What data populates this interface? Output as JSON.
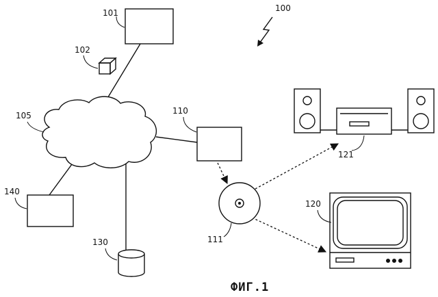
{
  "labels": {
    "l100": "100",
    "l101": "101",
    "l102": "102",
    "l105": "105",
    "l110": "110",
    "l111": "111",
    "l120": "120",
    "l121": "121",
    "l130": "130",
    "l140": "140"
  },
  "caption": "ФИГ.1"
}
